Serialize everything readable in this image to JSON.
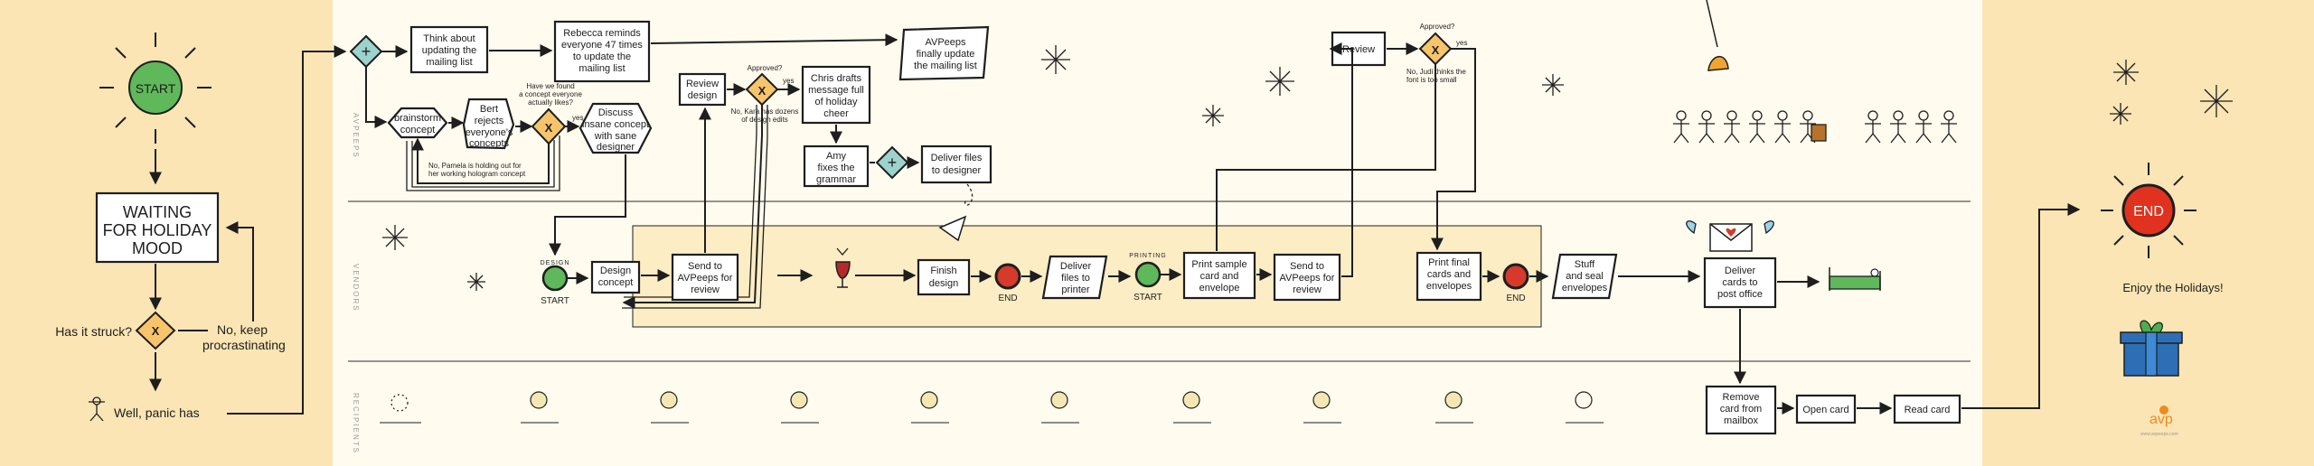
{
  "lanes": [
    "AVPEEPS",
    "VENDORS",
    "RECIPIENTS"
  ],
  "left": {
    "start": "START",
    "waiting": [
      "WAITING",
      "FOR HOLIDAY",
      "MOOD"
    ],
    "question": "Has it struck?",
    "no_branch": [
      "No, keep",
      "procrastinating"
    ],
    "panic": "Well, panic has"
  },
  "avpeeps": {
    "think": [
      "Think about",
      "updating the",
      "mailing list"
    ],
    "rebecca": [
      "Rebecca reminds",
      "everyone 47 times",
      "to update the",
      "mailing list"
    ],
    "finally": [
      "AVPeeps",
      "finally update",
      "the mailing list"
    ],
    "brainstorm": [
      "brainstorm",
      "concept"
    ],
    "bert": [
      "Bert",
      "rejects",
      "everyone's",
      "concepts"
    ],
    "found_q": [
      "Have we found",
      "a concept everyone",
      "actually likes?"
    ],
    "yes": "yes",
    "pamela": [
      "No, Pamela is holding out for",
      "her working hologram concept"
    ],
    "discuss": [
      "Discuss",
      "insane concept",
      "with sane",
      "designer"
    ],
    "review_design": [
      "Review",
      "design"
    ],
    "approved": "Approved?",
    "kara": [
      "No, Kara has dozens",
      "of design edits"
    ],
    "chris": [
      "Chris drafts",
      "message full",
      "of holiday",
      "cheer"
    ],
    "amy": [
      "Amy",
      "fixes the",
      "grammar"
    ],
    "deliver_designer": [
      "Deliver files",
      "to designer"
    ],
    "review": "Review",
    "jodi": [
      "No, Judi thinks the",
      "font is too small"
    ]
  },
  "vendors": {
    "design_tag": "DESIGN",
    "printing_tag": "PRINTING",
    "start": "START",
    "end": "END",
    "design_concept": [
      "Design",
      "concept"
    ],
    "send": [
      "Send to",
      "AVPeeps for",
      "review"
    ],
    "finish": [
      "Finish",
      "design"
    ],
    "deliver_printer": [
      "Deliver",
      "files to",
      "printer"
    ],
    "print_sample": [
      "Print sample",
      "card and",
      "envelope"
    ],
    "print_final": [
      "Print final",
      "cards and",
      "envelopes"
    ],
    "stuff": [
      "Stuff",
      "and seal",
      "envelopes"
    ],
    "deliver_post": [
      "Deliver",
      "cards to",
      "post office"
    ]
  },
  "recipients": {
    "remove": [
      "Remove",
      "card from",
      "mailbox"
    ],
    "open": "Open card",
    "read": "Read card"
  },
  "right": {
    "end": "END",
    "enjoy": "Enjoy the Holidays!",
    "logo": "avp",
    "url": "www.avpeeps.com"
  },
  "colors": {
    "start_green": "#5fb85a",
    "end_red": "#e0321e",
    "gateway_orange": "#f7c46c",
    "parallel_teal": "#9cd3cc",
    "panel_tan": "#fbe5b4",
    "canvas_cream": "#fffbef",
    "logo_orange": "#ef8a1f"
  }
}
